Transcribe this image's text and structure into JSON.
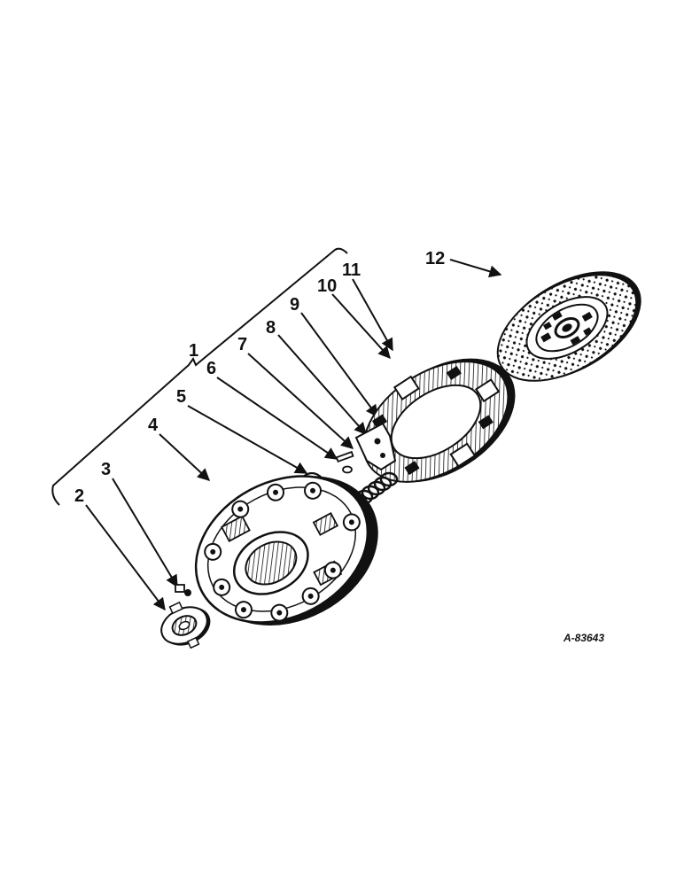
{
  "diagram": {
    "callouts": [
      {
        "id": "1",
        "label": "1"
      },
      {
        "id": "2",
        "label": "2"
      },
      {
        "id": "3",
        "label": "3"
      },
      {
        "id": "4",
        "label": "4"
      },
      {
        "id": "5",
        "label": "5"
      },
      {
        "id": "6",
        "label": "6"
      },
      {
        "id": "7",
        "label": "7"
      },
      {
        "id": "8",
        "label": "8"
      },
      {
        "id": "9",
        "label": "9"
      },
      {
        "id": "10",
        "label": "10"
      },
      {
        "id": "11",
        "label": "11"
      },
      {
        "id": "12",
        "label": "12"
      }
    ],
    "reference_code": "A-83643"
  },
  "colors": {
    "ink": "#111111",
    "paper": "#ffffff",
    "shade": "#555555"
  }
}
